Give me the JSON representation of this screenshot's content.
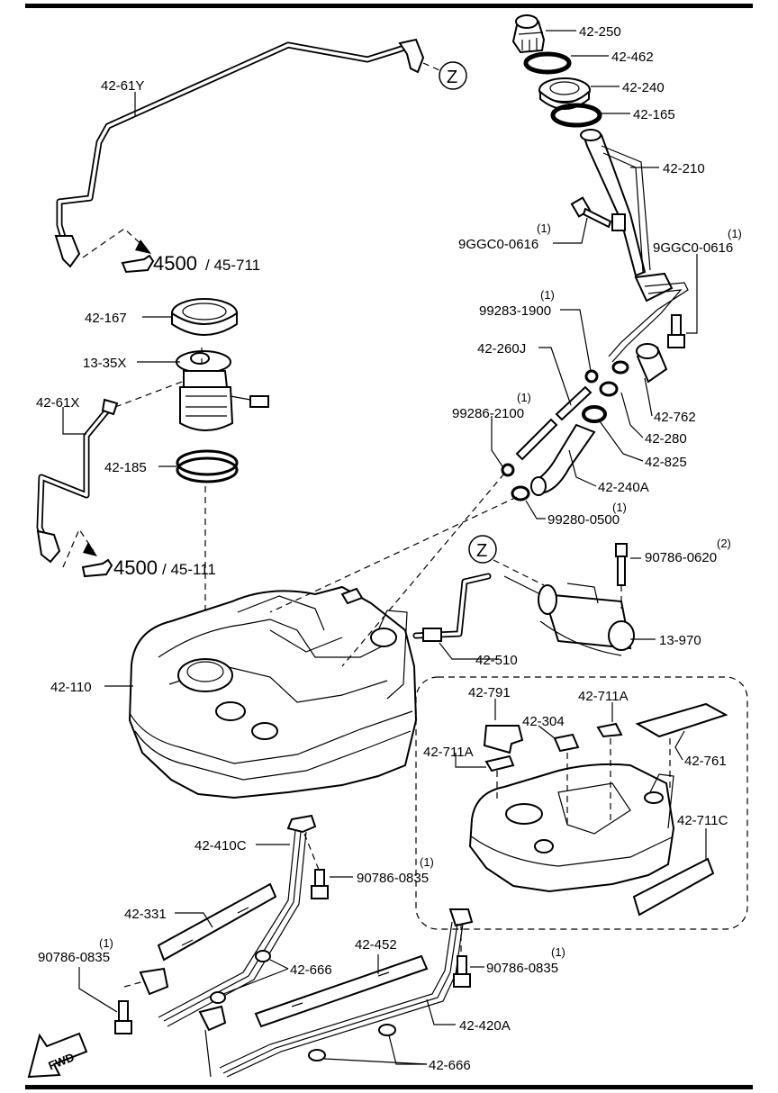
{
  "labels": {
    "l_42_250": "42-250",
    "l_42_462": "42-462",
    "l_42_240": "42-240",
    "l_42_165": "42-165",
    "l_42_210": "42-210",
    "l_9ggc_a": "9GGC0-0616",
    "l_9ggc_a_q": "(1)",
    "l_9ggc_b": "9GGC0-0616",
    "l_9ggc_b_q": "(1)",
    "l_42_61y": "42-61Y",
    "l_z1": "Z",
    "l_4500a": "4500",
    "l_45_711": "/ 45-711",
    "l_42_167": "42-167",
    "l_13_35x": "13-35X",
    "l_42_61x": "42-61X",
    "l_42_185": "42-185",
    "l_4500b": "4500",
    "l_45_111": "/ 45-111",
    "l_99283": "99283-1900",
    "l_99283_q": "(1)",
    "l_42_260j": "42-260J",
    "l_99286": "99286-2100",
    "l_99286_q": "(1)",
    "l_42_762": "42-762",
    "l_42_280": "42-280",
    "l_42_825": "42-825",
    "l_42_240a": "42-240A",
    "l_99280": "99280-0500",
    "l_99280_q": "(1)",
    "l_z2": "Z",
    "l_90786_0620": "90786-0620",
    "l_90786_0620_q": "(2)",
    "l_13_970": "13-970",
    "l_42_510": "42-510",
    "l_42_110": "42-110",
    "l_42_791": "42-791",
    "l_42_711a_1": "42-711A",
    "l_42_304": "42-304",
    "l_42_711a_2": "42-711A",
    "l_42_761": "42-761",
    "l_42_711c": "42-711C",
    "l_42_410c": "42-410C",
    "l_90786_0835_a": "90786-0835",
    "l_90786_0835_a_q": "(1)",
    "l_42_331": "42-331",
    "l_90786_0835_b": "90786-0835",
    "l_90786_0835_b_q": "(1)",
    "l_42_452": "42-452",
    "l_42_666_a": "42-666",
    "l_90786_0835_c": "90786-0835",
    "l_90786_0835_c_q": "(1)",
    "l_42_420a": "42-420A",
    "l_42_666_b": "42-666",
    "l_fwd": "FWD"
  }
}
